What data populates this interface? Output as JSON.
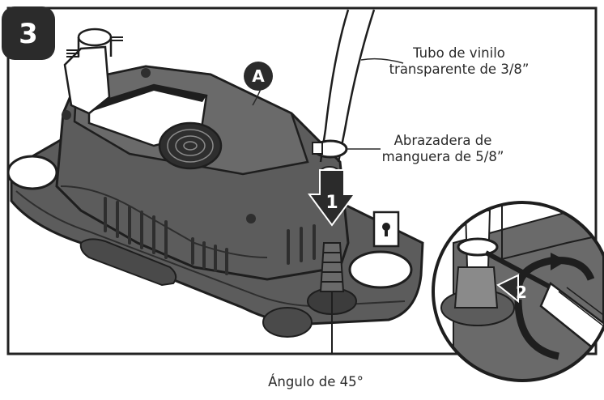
{
  "step_number": "3",
  "callout_a": "A",
  "callout_1": "1",
  "callout_2": "2",
  "labels": {
    "tube_line1": "Tubo de vinilo",
    "tube_line2": "transparente de 3/8”",
    "clamp_line1": "Abrazadera de",
    "clamp_line2": "manguera de 5/8”",
    "angle": "Ángulo de 45°"
  },
  "colors": {
    "pump_body": "#5c5c5c",
    "pump_dark": "#3c3c3c",
    "outline": "#1e1e1e",
    "badge": "#2b2b2b"
  }
}
